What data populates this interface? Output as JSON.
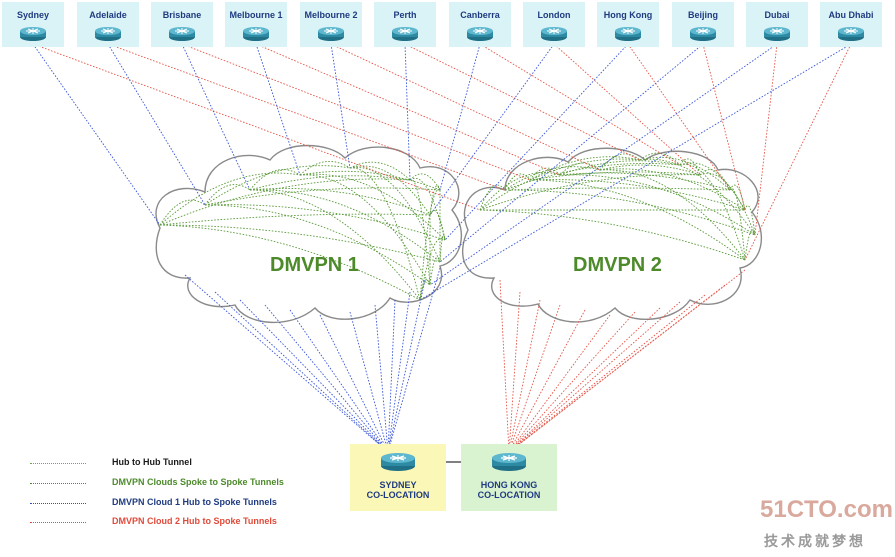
{
  "sites": [
    {
      "name": "Sydney",
      "cloud": 1
    },
    {
      "name": "Adelaide",
      "cloud": 1
    },
    {
      "name": "Brisbane",
      "cloud": 1
    },
    {
      "name": "Melbourne 1",
      "cloud": 1
    },
    {
      "name": "Melbourne 2",
      "cloud": 1
    },
    {
      "name": "Perth",
      "cloud": 1
    },
    {
      "name": "Canberra",
      "cloud": 2
    },
    {
      "name": "London",
      "cloud": 2
    },
    {
      "name": "Hong Kong",
      "cloud": 2
    },
    {
      "name": "Beijing",
      "cloud": 2
    },
    {
      "name": "Dubai",
      "cloud": 2
    },
    {
      "name": "Abu Dhabi",
      "cloud": 2
    }
  ],
  "clouds": [
    {
      "name": "DMVPN 1"
    },
    {
      "name": "DMVPN 2"
    }
  ],
  "colocations": [
    {
      "name": "SYDNEY\nCO-LOCATION",
      "color": "#fbf7b6"
    },
    {
      "name": "HONG KONG\nCO-LOCATION",
      "color": "#d9f2d0"
    }
  ],
  "legend": [
    {
      "label": "Hub to Hub Tunnel",
      "color": "#6aa84f",
      "text_color": "#1a1a1a",
      "style": "dotted"
    },
    {
      "label": "DMVPN Clouds Spoke to Spoke Tunnels",
      "color": "#4c8a2a",
      "text_color": "#4c8a2a",
      "style": "solid"
    },
    {
      "label": "DMVPN Cloud 1 Hub to Spoke Tunnels",
      "color": "#2f4fc9",
      "text_color": "#1f3b80",
      "style": "solid"
    },
    {
      "label": "DMVPN Cloud 2 Hub to Spoke Tunnels",
      "color": "#e04a3a",
      "text_color": "#e04a3a",
      "style": "solid"
    }
  ],
  "colors": {
    "cloud1_tunnels": "#3b57d6",
    "cloud2_tunnels": "#e4574a",
    "spoke_tunnels": "#5a9a3a",
    "cloud_outline": "#8a8a8a",
    "site_box": "#d9f3f6",
    "router": "#2e8aa3"
  },
  "watermark": {
    "main": "51CTO.com",
    "sub": "技术成就梦想"
  }
}
